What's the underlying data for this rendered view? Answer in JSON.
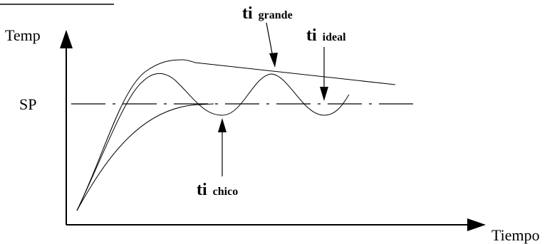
{
  "axes": {
    "y_label": "Temp",
    "x_label": "Tiempo",
    "setpoint_label": "SP"
  },
  "annotations": {
    "grande": {
      "prefix": "ti",
      "suffix": "grande"
    },
    "ideal": {
      "prefix": "ti",
      "suffix": "ideal"
    },
    "chico": {
      "prefix": "ti",
      "suffix": "chico"
    }
  },
  "curves": [
    {
      "id": "grande",
      "description": "overshoot, slow decay"
    },
    {
      "id": "chico",
      "description": "oscillating response"
    },
    {
      "id": "ideal",
      "description": "smooth approach to SP"
    }
  ],
  "colors": {
    "ink": "#000000",
    "background": "#ffffff"
  }
}
